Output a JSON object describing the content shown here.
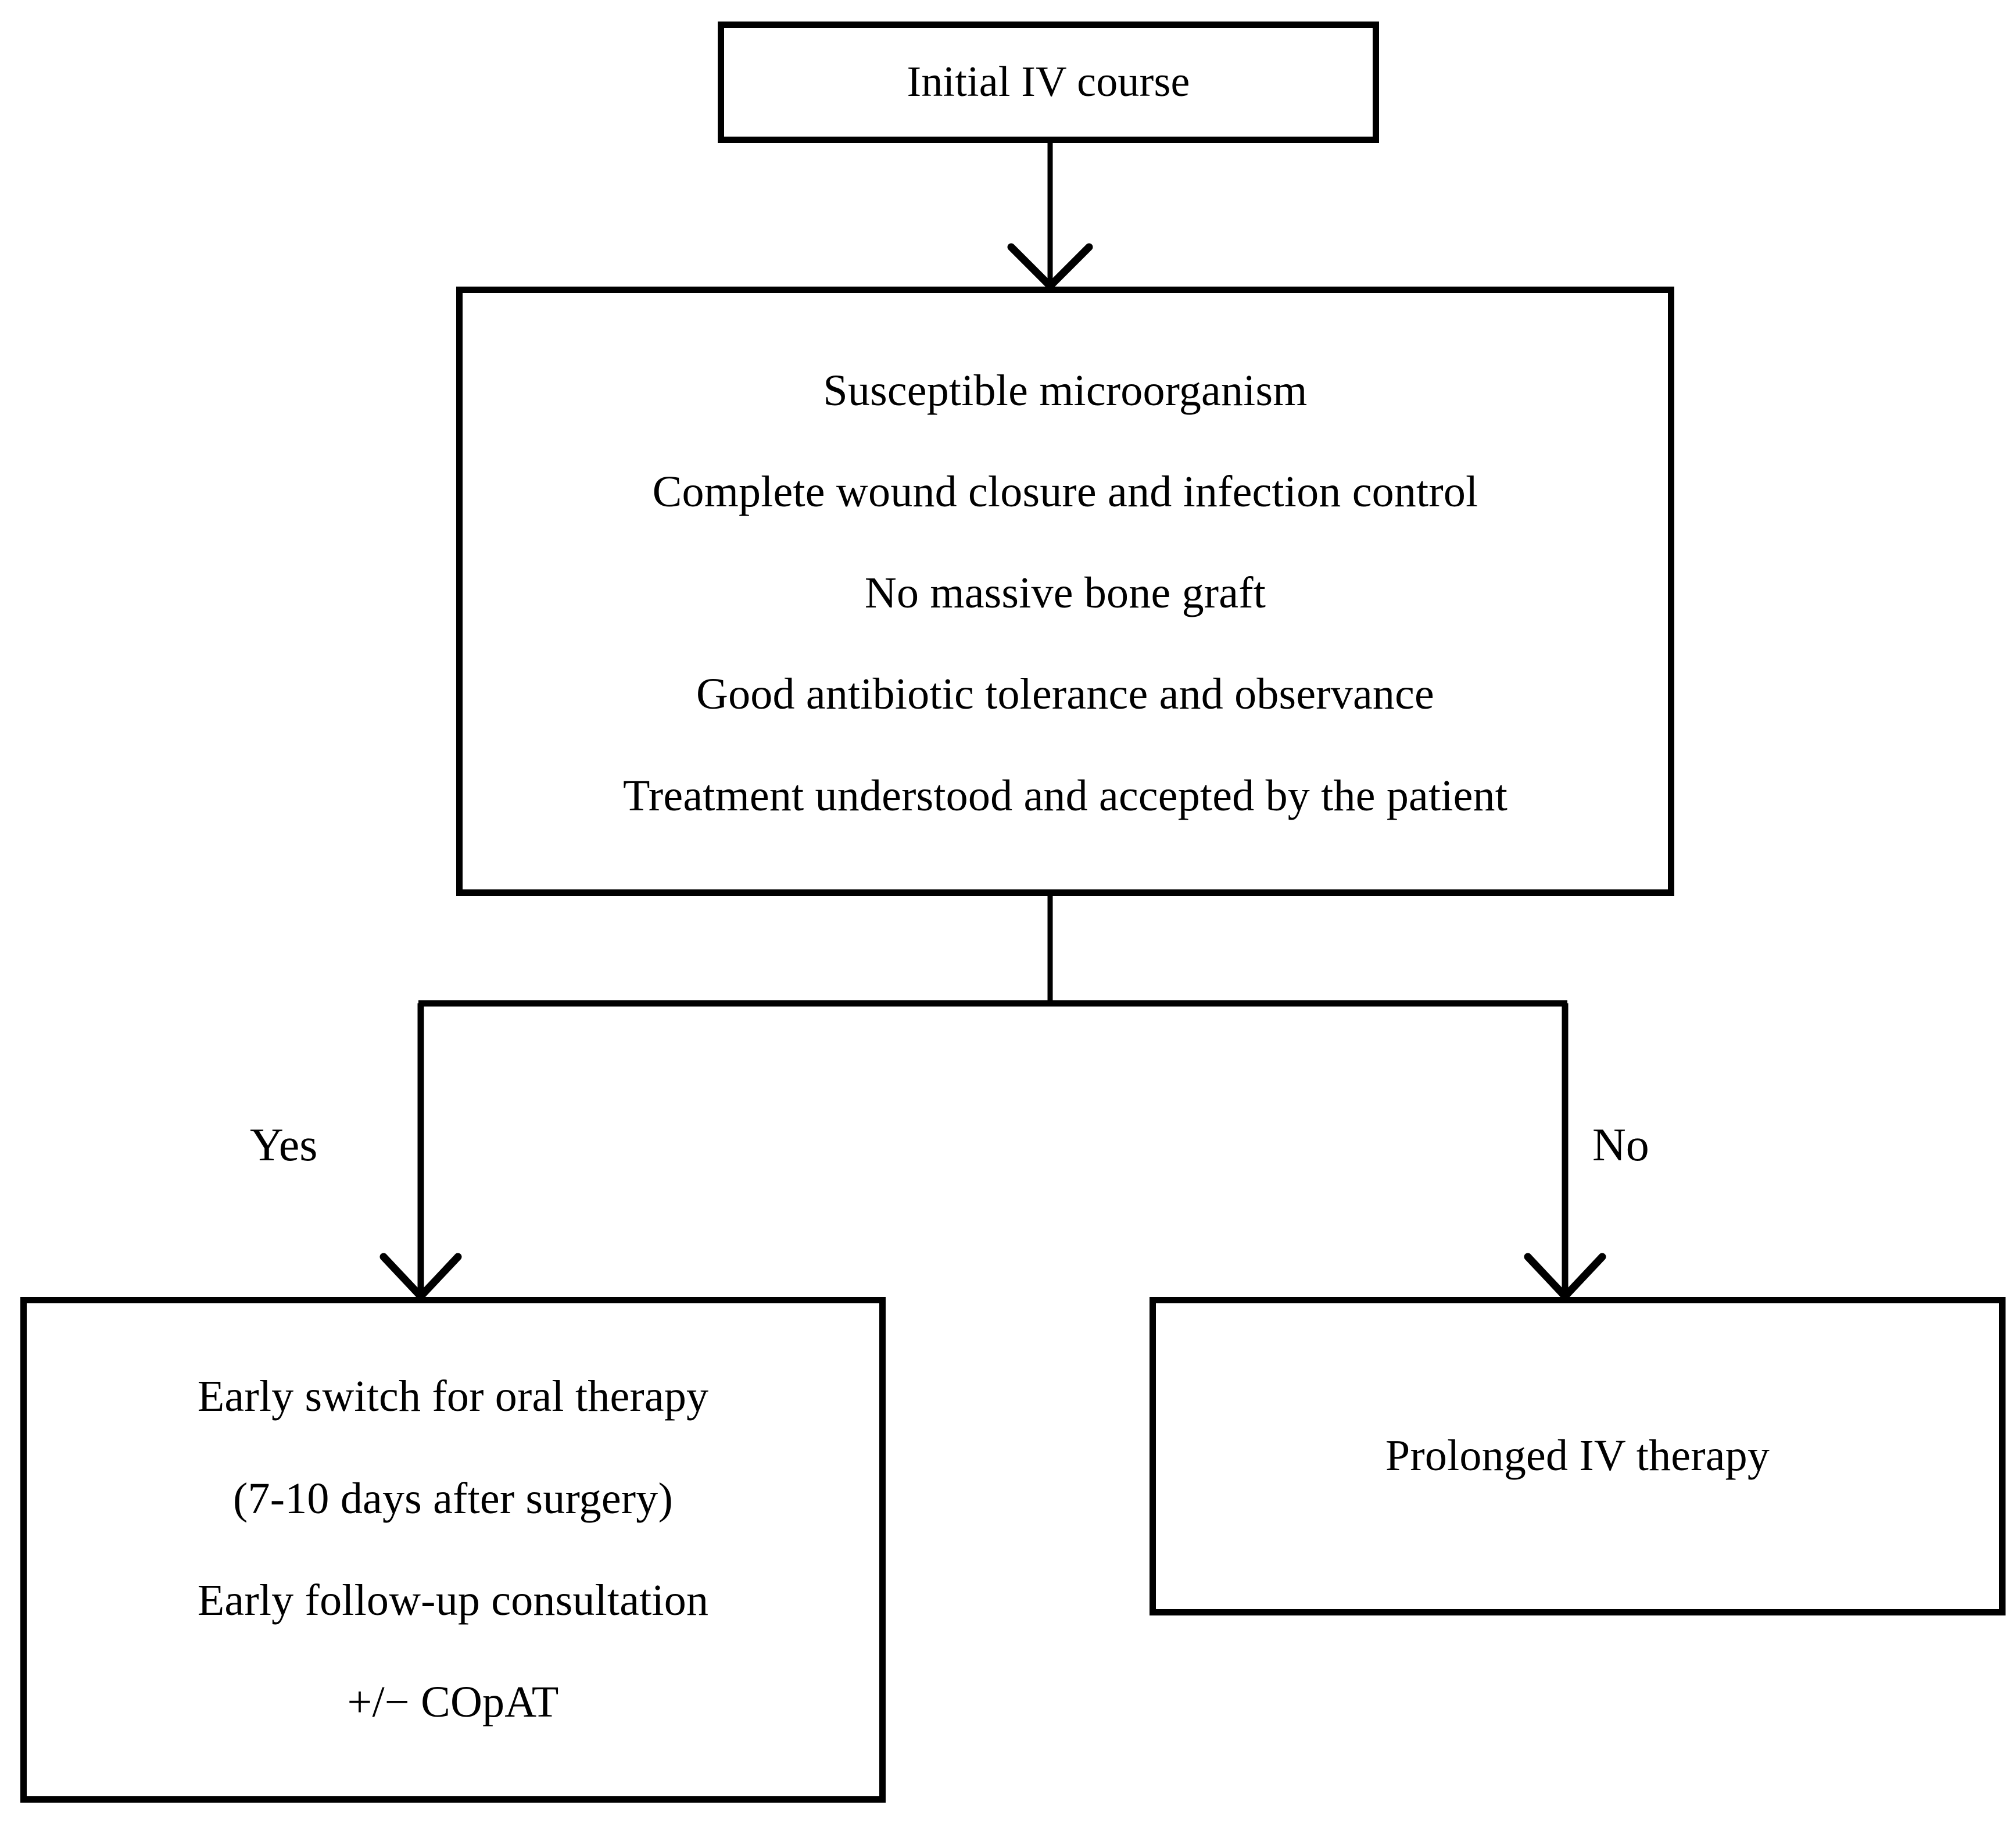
{
  "diagram": {
    "title": "Initial IV course decision flowchart",
    "line_color": "#000000",
    "background_color": "#ffffff",
    "nodes": {
      "initial_iv": {
        "lines": [
          "Initial IV course"
        ]
      },
      "criteria": {
        "lines": [
          "Susceptible microorganism",
          "Complete wound closure and infection control",
          "No massive bone graft",
          "Good antibiotic tolerance and observance",
          "Treatment understood and accepted by the patient"
        ]
      },
      "oral_switch": {
        "lines": [
          "Early switch for oral therapy",
          "(7-10 days after surgery)",
          "Early follow-up consultation",
          "+/−  COpAT"
        ]
      },
      "prolonged_iv": {
        "lines": [
          "Prolonged IV therapy"
        ]
      }
    },
    "branch_labels": {
      "yes": "Yes",
      "no": "No"
    }
  }
}
